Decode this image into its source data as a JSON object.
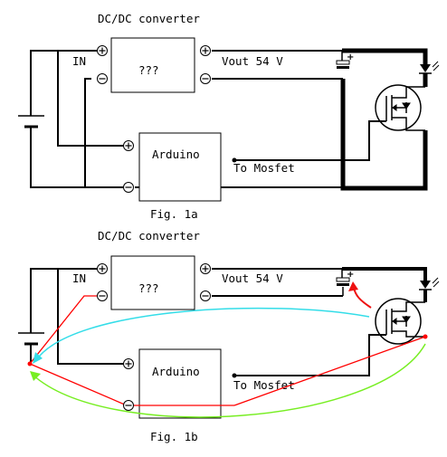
{
  "figures": [
    {
      "id": "1a",
      "title": "DC/DC converter",
      "box_label": "???",
      "input_label": "IN",
      "output_label": "Vout 54 V",
      "controller_label": "Arduino",
      "signal_label": "To Mosfet",
      "caption": "Fig. 1a"
    },
    {
      "id": "1b",
      "title": "DC/DC converter",
      "box_label": "???",
      "input_label": "IN",
      "output_label": "Vout 54 V",
      "controller_label": "Arduino",
      "signal_label": "To Mosfet",
      "caption": "Fig. 1b"
    }
  ],
  "colors": {
    "wire": "#000000",
    "current_path": "#ff0000",
    "cyan_arrow": "#33dde8",
    "green_arrow": "#77ee22",
    "red_arrow": "#ee1111"
  }
}
